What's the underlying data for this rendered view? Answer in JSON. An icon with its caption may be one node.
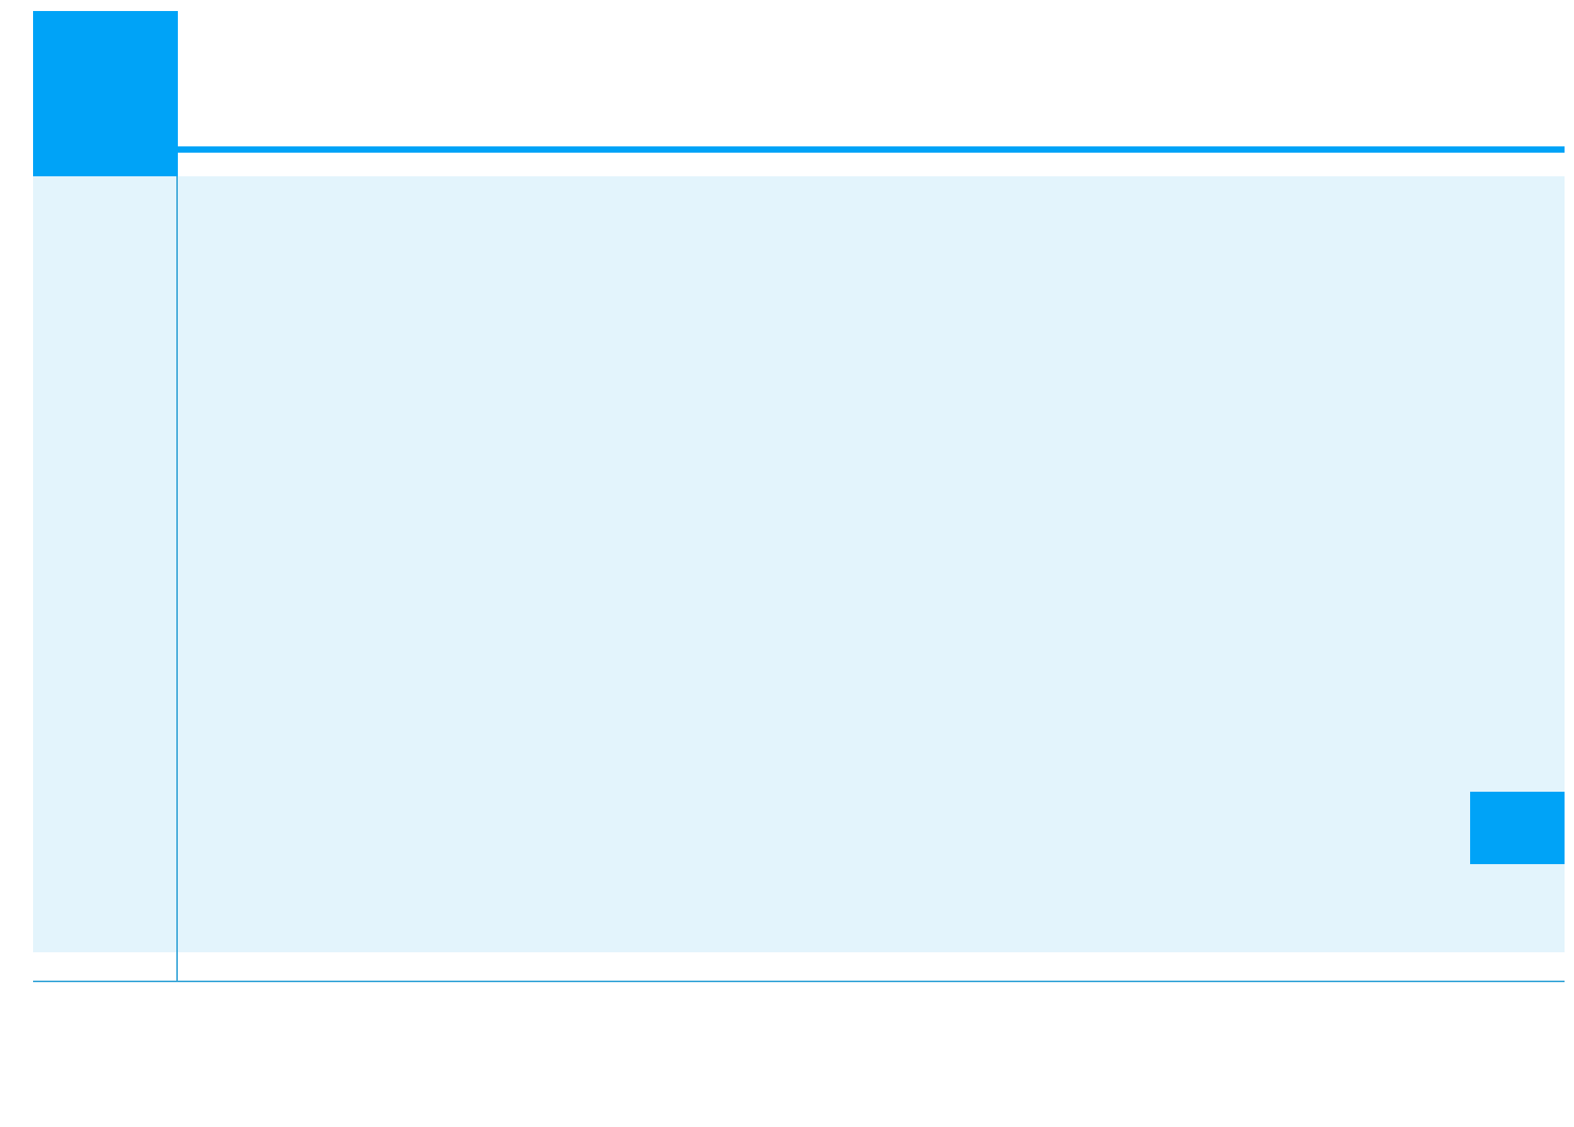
{
  "diagram": {
    "nodes": [
      {
        "text": [],
        "shape": "box"
      },
      {
        "text": [],
        "shape": "box"
      },
      {
        "text": [],
        "shape": "box",
        "in": 1
      }
    ]
  }
}
